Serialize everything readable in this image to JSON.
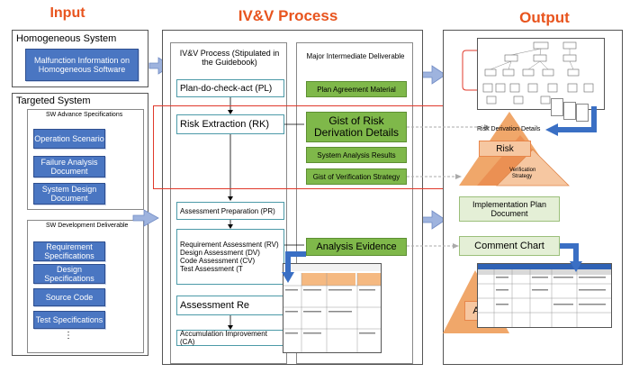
{
  "headers": {
    "input": "Input",
    "process": "IV&V Process",
    "output": "Output"
  },
  "homogeneous": {
    "title": "Homogeneous System",
    "box": "Malfunction Information on Homogeneous Software"
  },
  "targeted": {
    "title": "Targeted System",
    "advance_title": "SW Advance Specifications",
    "advance_items": [
      "Operation Scenario",
      "Failure Analysis Document",
      "System Design Document"
    ],
    "dev_title": "SW Development Deliverable",
    "dev_items": [
      "Requirement Specifications",
      "Design Specifications",
      "Source Code",
      "Test Specifications"
    ],
    "ellipsis": "⋮"
  },
  "process": {
    "title": "IV&V Process (Stipulated in the Guidebook)",
    "steps": {
      "pl": "Plan-do-check-act (PL)",
      "rk": "Risk Extraction (RK)",
      "pr": "Assessment Preparation (PR)",
      "assess": [
        "Requirement Assessment (RV)",
        "Design Assessment (DV)",
        "Code Assessment (CV)",
        "Test Assessment (T"
      ],
      "re": "Assessment Re",
      "ca": "Accumulation Improvement (CA)"
    }
  },
  "deliverables": {
    "title": "Major Intermediate Deliverable",
    "plan": "Plan Agreement Material",
    "gist_risk": "Gist of Risk Derivation Details",
    "sys_analysis": "System Analysis Results",
    "gist_verif": "Gist of Verification Strategy",
    "analysis": "Analysis Evidence"
  },
  "output": {
    "risk_details": "Risk Derivation Details",
    "risk": "Risk",
    "verif": "Verification Strategy",
    "impl": "Implementation Plan Document",
    "comment": "Comment Chart",
    "partial_a": "A"
  },
  "colors": {
    "accent": "#e8541e",
    "blue": "#4a76c2",
    "teal": "#4c9aa8",
    "green": "#7fb84a",
    "risk_red": "#e0392b"
  }
}
